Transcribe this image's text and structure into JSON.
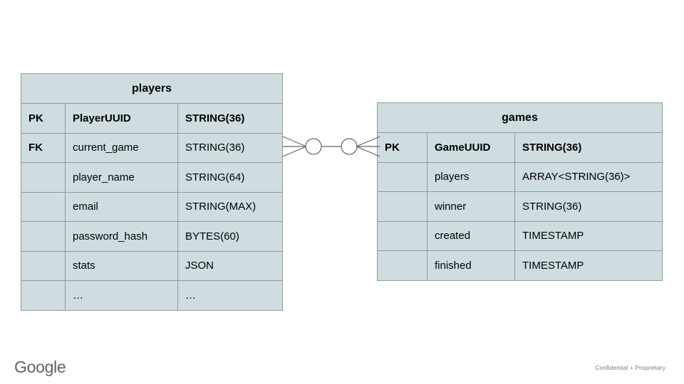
{
  "slide": {
    "background_color": "#ffffff",
    "entity_fill": "#cfdde0",
    "entity_border": "#8e9a9a",
    "connector_color": "#666666"
  },
  "diagram": {
    "type": "entity-relationship",
    "notation": "crow's foot",
    "entities": [
      {
        "id": "players",
        "title": "players",
        "columns": [
          "key",
          "name",
          "type"
        ],
        "rows": [
          {
            "key": "PK",
            "name": "PlayerUUID",
            "type": "STRING(36)",
            "bold": true
          },
          {
            "key": "FK",
            "name": "current_game",
            "type": "STRING(36)",
            "bold": false
          },
          {
            "key": "",
            "name": "player_name",
            "type": "STRING(64)",
            "bold": false
          },
          {
            "key": "",
            "name": "email",
            "type": "STRING(MAX)",
            "bold": false
          },
          {
            "key": "",
            "name": "password_hash",
            "type": "BYTES(60)",
            "bold": false
          },
          {
            "key": "",
            "name": "stats",
            "type": "JSON",
            "bold": false
          },
          {
            "key": "",
            "name": "…",
            "type": "…",
            "bold": false
          }
        ]
      },
      {
        "id": "games",
        "title": "games",
        "columns": [
          "key",
          "name",
          "type"
        ],
        "rows": [
          {
            "key": "PK",
            "name": "GameUUID",
            "type": "STRING(36)",
            "bold": true
          },
          {
            "key": "",
            "name": "players",
            "type": "ARRAY<STRING(36)>",
            "bold": false
          },
          {
            "key": "",
            "name": "winner",
            "type": "STRING(36)",
            "bold": false
          },
          {
            "key": "",
            "name": "created",
            "type": "TIMESTAMP",
            "bold": false
          },
          {
            "key": "",
            "name": "finished",
            "type": "TIMESTAMP",
            "bold": false
          }
        ]
      }
    ],
    "relationship": {
      "from": "players",
      "to": "games",
      "from_cardinality": "zero-or-many",
      "to_cardinality": "zero-or-many"
    }
  },
  "footer": {
    "logo_text": "Google",
    "note": "Confidential + Proprietary"
  }
}
